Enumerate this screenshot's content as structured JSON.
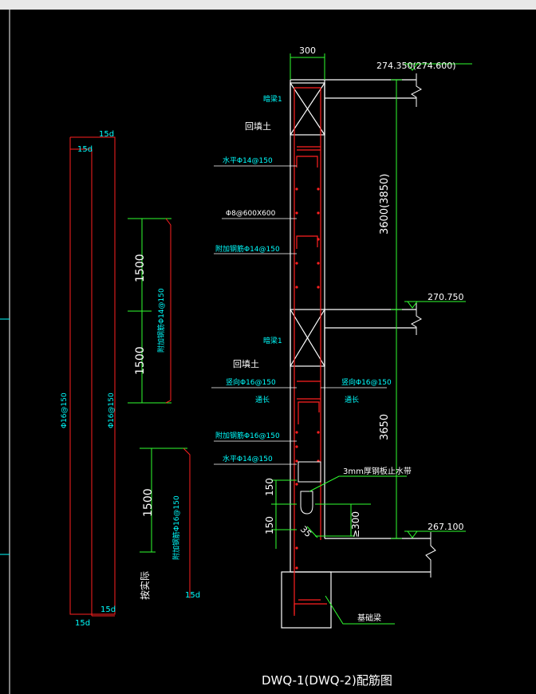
{
  "title": "DWQ-1(DWQ-2)配筋图",
  "dims": {
    "width_300": "300",
    "height_upper": "3600(3850)",
    "height_lower": "3650",
    "d1500_a": "1500",
    "d1500_b": "1500",
    "d1500_c": "1500",
    "d150_a": "150",
    "d150_b": "150",
    "d300": "≥300",
    "d35": "35"
  },
  "elevations": {
    "top": "274.350(274.600)",
    "mid": "270.750",
    "bottom": "267.100"
  },
  "labels": {
    "beam1": "暗梁1",
    "backfill1": "回填土",
    "horiz1": "水平Φ14@150",
    "tie": "Φ8@600X600",
    "extra1": "附加钢筋Φ14@150",
    "beam2": "暗梁1",
    "backfill2": "回填土",
    "vert_left": "竖向Φ16@150",
    "vert_right": "竖向Φ16@150",
    "out_left": "通长",
    "out_right": "通长",
    "extra2": "附加钢筋Φ16@150",
    "horiz2": "水平Φ14@150",
    "waterstop": "3mm厚钢板止水带",
    "foundation": "基础梁"
  },
  "bars": {
    "long_15d_top_a": "15d",
    "long_15d_top_b": "15d",
    "long_spec_a": "Φ16@150",
    "long_spec_b": "Φ16@150",
    "long_15d_bot_a": "15d",
    "long_15d_bot_b": "15d",
    "upper_add": "附加钢筋Φ14@150",
    "lower_add": "附加钢筋Φ16@150",
    "lower_15d": "15d",
    "on_site": "按实际"
  },
  "colors": {
    "background": "#000000",
    "structure": "#ffffff",
    "rebar": "#ff2020",
    "dim": "#30ff30",
    "text": "#00ffff",
    "text_white": "#ffffff"
  }
}
